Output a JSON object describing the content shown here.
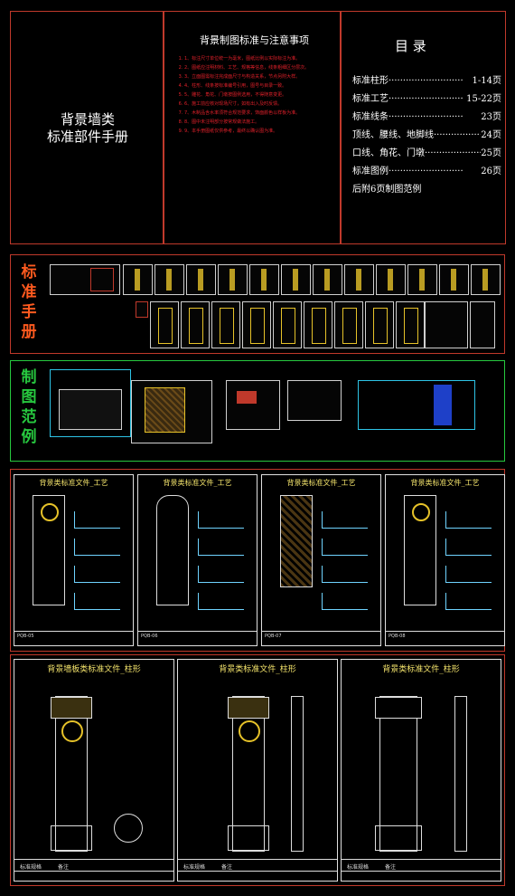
{
  "cover": {
    "title_line1": "背景墙类",
    "title_line2": "标准部件手册",
    "notes_title": "背景制图标准与注意事项",
    "notes": [
      "1、标注尺寸单位统一为毫米，图纸比例以实际标注为准。",
      "2、图纸应注明材料、工艺、规格等信息，线条粗细区分层次。",
      "3、立面图需标注完成面尺寸与构造关系，节点另附大样。",
      "4、柱形、线条按标准编号引用，图号与目录一致。",
      "5、雕花、角花、门墩按图例选用，不得随意变更。",
      "6、施工前应核对现场尺寸，如有出入及时反馈。",
      "7、木制品含水率须符合规范要求，饰面颜色以样板为准。",
      "8、图中未注明部分按常规做法施工。",
      "9、本手册图纸仅供参考，最终以确认图为准。"
    ],
    "toc_title": "目  录",
    "toc": [
      {
        "label": "标准柱形",
        "page": "1-14页"
      },
      {
        "label": "标准工艺",
        "page": "15-22页"
      },
      {
        "label": "标准线条",
        "page": "23页"
      },
      {
        "label": "顶线、腰线、地脚线",
        "page": "24页"
      },
      {
        "label": "口线、角花、门墩",
        "page": "25页"
      },
      {
        "label": "标准图例",
        "page": "26页"
      }
    ],
    "toc_footer": "后附6页制图范例"
  },
  "section_manual": {
    "label": [
      "标",
      "准",
      "手",
      "册"
    ]
  },
  "section_examples": {
    "label": [
      "制",
      "图",
      "范",
      "例"
    ]
  },
  "craft_sheets": [
    {
      "title": "背景类标准文件_工艺",
      "code": "PQB-05"
    },
    {
      "title": "背景类标准文件_工艺",
      "code": "PQB-06"
    },
    {
      "title": "背景类标准文件_工艺",
      "code": "PQB-07"
    },
    {
      "title": "背景类标准文件_工艺",
      "code": "PQB-08"
    }
  ],
  "column_sheets": [
    {
      "title": "背景墙板类标准文件_柱形",
      "footer_name": "标准规格",
      "footer_note": "备注"
    },
    {
      "title": "背景类标准文件_柱形",
      "footer_name": "标准规格",
      "footer_note": "备注"
    },
    {
      "title": "背景类标准文件_柱形",
      "footer_name": "标准规格",
      "footer_note": "备注"
    }
  ],
  "colors": {
    "frame_red": "#c0392b",
    "accent_yellow": "#f2e26b",
    "label_green": "#27c93f",
    "label_orange": "#ff5a1f"
  }
}
